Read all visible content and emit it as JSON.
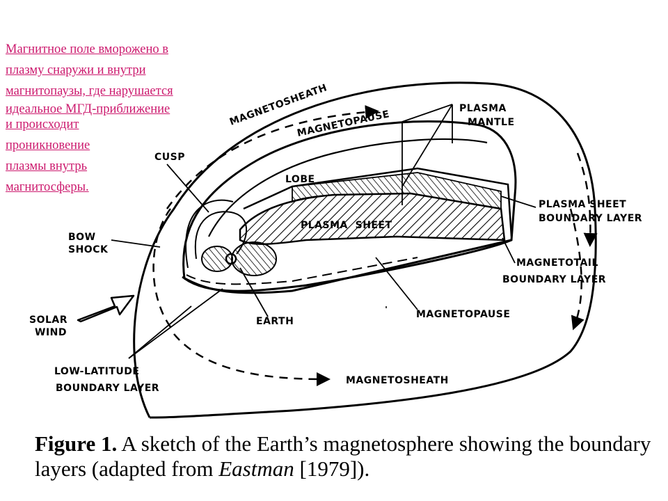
{
  "note": {
    "lines": [
      "Магнитное поле вморожено в",
      "плазму снаружи и внутри",
      "магнитопаузы, где нарушается",
      "идеальное МГД-приближение",
      "и происходит",
      "проникновение",
      "плазмы внутрь",
      "магнитосферы."
    ]
  },
  "diagram": {
    "labels": {
      "magnetosheath_top": "MAGNETOSHEATH",
      "magnetopause_top": "MAGNETOPAUSE",
      "plasma_mantle_1": "PLASMA",
      "plasma_mantle_2": "MANTLE",
      "cusp": "CUSP",
      "lobe": "LOBE",
      "plasma_sheet": "PLASMA  SHEET",
      "psbl_1": "PLASMA SHEET",
      "psbl_2": "BOUNDARY LAYER",
      "bow_shock_1": "BOW",
      "bow_shock_2": "SHOCK",
      "mtbl_1": "MAGNETOTAIL",
      "mtbl_2": "BOUNDARY LAYER",
      "solar_wind_1": "SOLAR",
      "solar_wind_2": "WIND",
      "earth": "EARTH",
      "magnetopause_bottom": "MAGNETOPAUSE",
      "llbl_1": "LOW-LATITUDE",
      "llbl_2": "BOUNDARY LAYER",
      "magnetosheath_bottom": "MAGNETOSHEATH"
    }
  },
  "caption": {
    "label": "Figure 1.",
    "part1": " A sketch of the Earth’s magnetosphere showing the boundary layers (adapted from ",
    "author": "Eastman",
    "part2": " [1979])."
  }
}
